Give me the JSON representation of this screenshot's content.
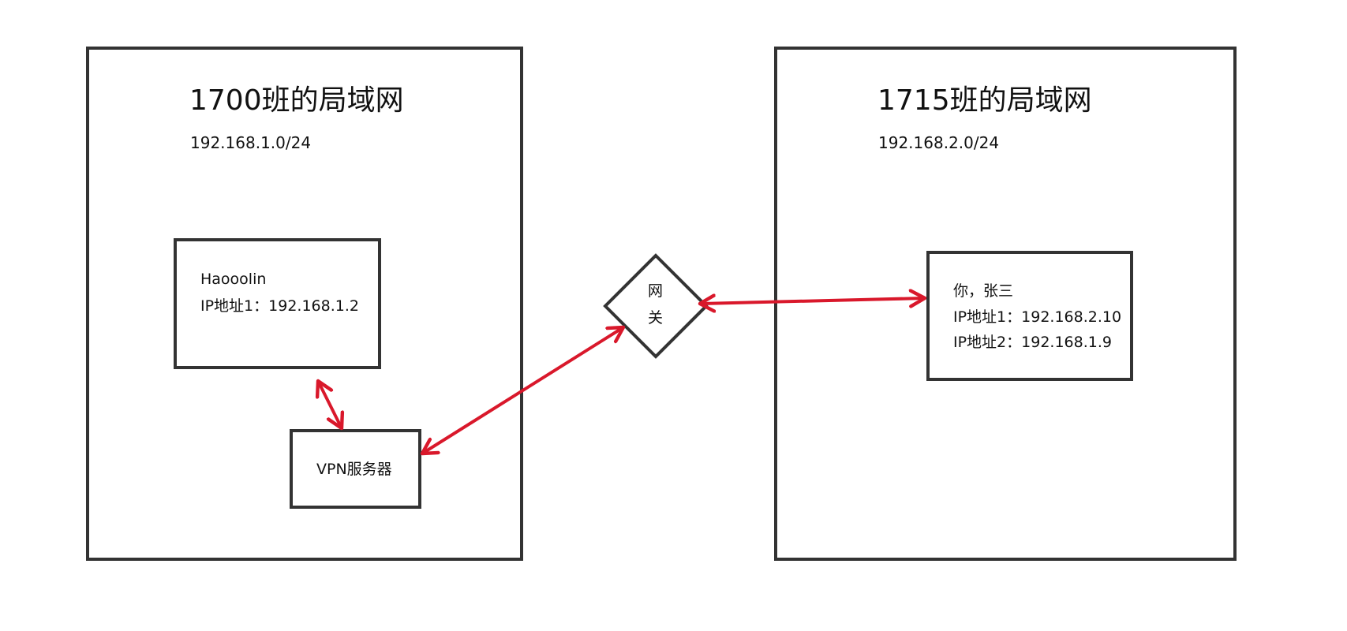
{
  "lan_left": {
    "title": "1700班的局域网",
    "subnet": "192.168.1.0/24",
    "host": {
      "name": "Haooolin",
      "ip1": "IP地址1：192.168.1.2"
    },
    "vpn_server": {
      "label": "VPN服务器"
    }
  },
  "lan_right": {
    "title": "1715班的局域网",
    "subnet": "192.168.2.0/24",
    "host": {
      "name": "你，张三",
      "ip1": "IP地址1：192.168.2.10",
      "ip2": "IP地址2：192.168.1.9"
    }
  },
  "gateway": {
    "label_line1": "网",
    "label_line2": "关"
  },
  "colors": {
    "box_stroke": "#333333",
    "arrow": "#d9182b"
  }
}
